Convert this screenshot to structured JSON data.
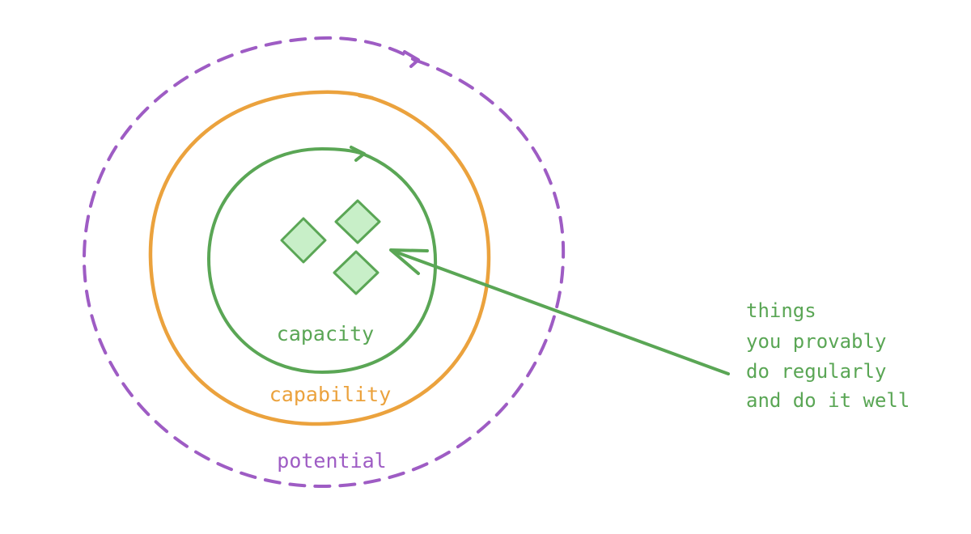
{
  "colors": {
    "potential": "#9e5cc4",
    "capability": "#eba23d",
    "capacity": "#5aa655",
    "capacity_fill": "#c8efc8",
    "background": "#ffffff"
  },
  "rings": {
    "potential": {
      "label": "potential",
      "style": "dashed"
    },
    "capability": {
      "label": "capability",
      "style": "solid"
    },
    "capacity": {
      "label": "capacity",
      "style": "solid"
    }
  },
  "items": [
    {
      "shape": "diamond"
    },
    {
      "shape": "diamond"
    },
    {
      "shape": "diamond"
    }
  ],
  "annotation": {
    "lines": [
      "things",
      "you provably",
      "do regularly",
      "and do it well"
    ]
  }
}
